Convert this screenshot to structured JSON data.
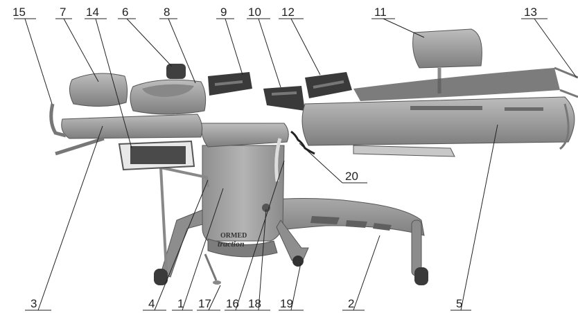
{
  "diagram": {
    "product_logo": {
      "brand": "ORMED",
      "product": "traction"
    },
    "callouts": [
      {
        "id": "c1",
        "label": "1"
      },
      {
        "id": "c2",
        "label": "2"
      },
      {
        "id": "c3",
        "label": "3"
      },
      {
        "id": "c4",
        "label": "4"
      },
      {
        "id": "c5",
        "label": "5"
      },
      {
        "id": "c6",
        "label": "6"
      },
      {
        "id": "c7",
        "label": "7"
      },
      {
        "id": "c8",
        "label": "8"
      },
      {
        "id": "c9",
        "label": "9"
      },
      {
        "id": "c10",
        "label": "10"
      },
      {
        "id": "c11",
        "label": "11"
      },
      {
        "id": "c12",
        "label": "12"
      },
      {
        "id": "c13",
        "label": "13"
      },
      {
        "id": "c14",
        "label": "14"
      },
      {
        "id": "c15",
        "label": "15"
      },
      {
        "id": "c16",
        "label": "16"
      },
      {
        "id": "c17",
        "label": "17"
      },
      {
        "id": "c18",
        "label": "18"
      },
      {
        "id": "c19",
        "label": "19"
      },
      {
        "id": "c20",
        "label": "20"
      }
    ]
  }
}
